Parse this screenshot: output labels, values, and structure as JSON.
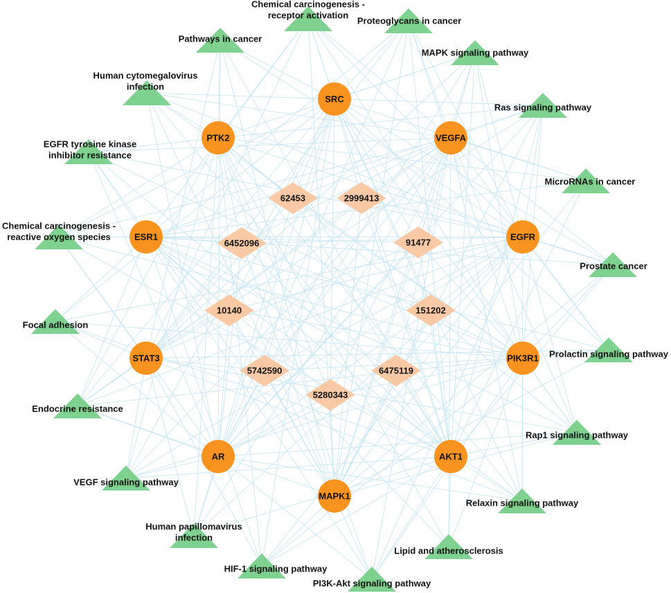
{
  "colors": {
    "target": "#F7931E",
    "compound": "#F9C9A6",
    "pathway": "#7FD18F",
    "edge": "#BFE3F2"
  },
  "targets": [
    {
      "id": "SRC",
      "label": "SRC"
    },
    {
      "id": "PTK2",
      "label": "PTK2"
    },
    {
      "id": "VEGFA",
      "label": "VEGFA"
    },
    {
      "id": "ESR1",
      "label": "ESR1"
    },
    {
      "id": "EGFR",
      "label": "EGFR"
    },
    {
      "id": "STAT3",
      "label": "STAT3"
    },
    {
      "id": "PIK3R1",
      "label": "PIK3R1"
    },
    {
      "id": "AR",
      "label": "AR"
    },
    {
      "id": "AKT1",
      "label": "AKT1"
    },
    {
      "id": "MAPK1",
      "label": "MAPK1"
    }
  ],
  "compounds": [
    {
      "id": "c62453",
      "label": "62453"
    },
    {
      "id": "c2999413",
      "label": "2999413"
    },
    {
      "id": "c6452096",
      "label": "6452096"
    },
    {
      "id": "c91477",
      "label": "91477"
    },
    {
      "id": "c10140",
      "label": "10140"
    },
    {
      "id": "c151202",
      "label": "151202"
    },
    {
      "id": "c5742590",
      "label": "5742590"
    },
    {
      "id": "c6475119",
      "label": "6475119"
    },
    {
      "id": "c5280343",
      "label": "5280343"
    }
  ],
  "pathways": [
    {
      "id": "p_carcino_rec",
      "lines": [
        "Chemical carcinogenesis -",
        "receptor activation"
      ]
    },
    {
      "id": "p_proteoglycans",
      "lines": [
        "Proteoglycans in cancer"
      ]
    },
    {
      "id": "p_cancer",
      "lines": [
        "Pathways in cancer"
      ]
    },
    {
      "id": "p_mapk",
      "lines": [
        "MAPK signaling pathway"
      ]
    },
    {
      "id": "p_hcmv",
      "lines": [
        "Human cytomegalovirus",
        "infection"
      ]
    },
    {
      "id": "p_ras",
      "lines": [
        "Ras signaling pathway"
      ]
    },
    {
      "id": "p_egfr_tki",
      "lines": [
        "EGFR tyrosine kinase",
        "inhibitor resistance"
      ]
    },
    {
      "id": "p_microrna",
      "lines": [
        "MicroRNAs in cancer"
      ]
    },
    {
      "id": "p_carcino_ros",
      "lines": [
        "Chemical carcinogenesis -",
        "reactive oxygen species"
      ]
    },
    {
      "id": "p_prostate",
      "lines": [
        "Prostate cancer"
      ]
    },
    {
      "id": "p_focal",
      "lines": [
        "Focal adhesion"
      ]
    },
    {
      "id": "p_prolactin",
      "lines": [
        "Prolactin signaling pathway"
      ]
    },
    {
      "id": "p_endocrine",
      "lines": [
        "Endocrine resistance"
      ]
    },
    {
      "id": "p_rap1",
      "lines": [
        "Rap1 signaling pathway"
      ]
    },
    {
      "id": "p_vegf",
      "lines": [
        "VEGF signaling pathway"
      ]
    },
    {
      "id": "p_relaxin",
      "lines": [
        "Relaxin signaling pathway"
      ]
    },
    {
      "id": "p_hpv",
      "lines": [
        "Human papillomavirus",
        "infection"
      ]
    },
    {
      "id": "p_lipid",
      "lines": [
        "Lipid and atherosclerosis"
      ]
    },
    {
      "id": "p_hif1",
      "lines": [
        "HIF-1 signaling pathway"
      ]
    },
    {
      "id": "p_pi3k",
      "lines": [
        "PI3K-Akt signaling pathway"
      ]
    }
  ]
}
